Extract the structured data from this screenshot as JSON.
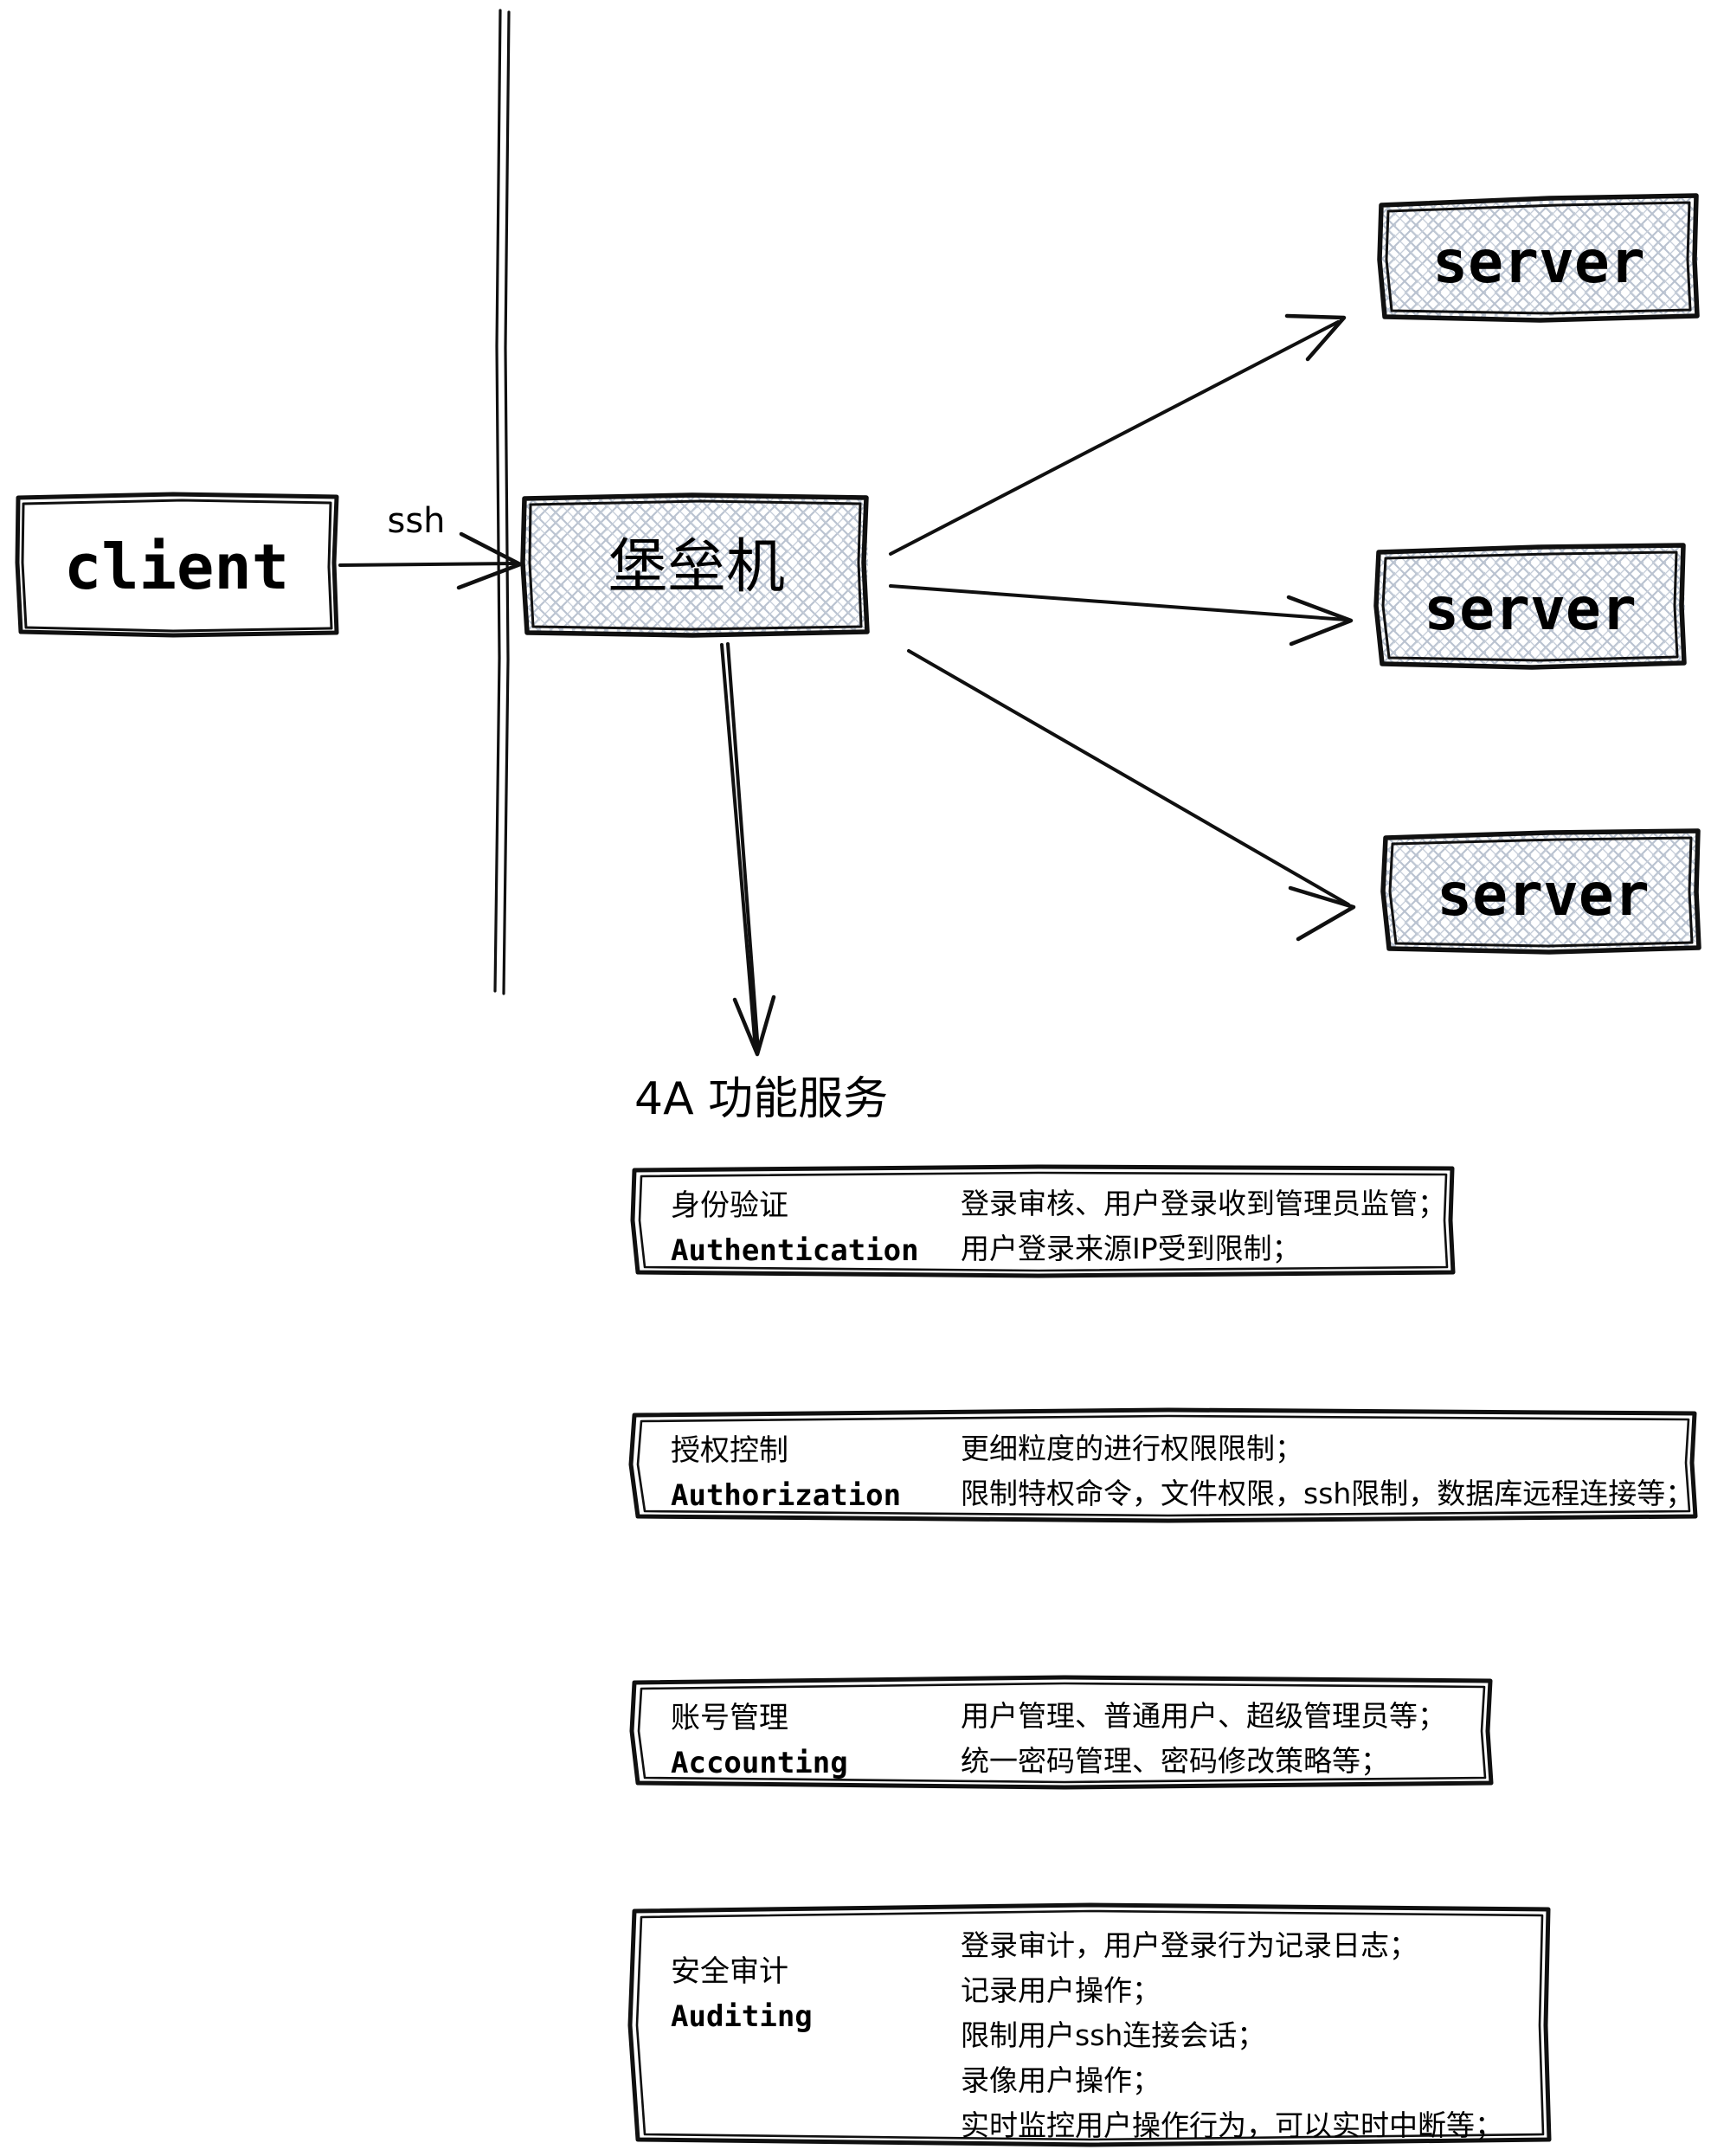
{
  "diagram": {
    "title_text": "4A 功能服务",
    "client_box": {
      "label": "client"
    },
    "bastion_box": {
      "label": "堡垒机"
    },
    "ssh_edge": {
      "label": "ssh"
    },
    "firewall": {
      "name": "firewall-boundary"
    },
    "servers": [
      {
        "label": "server"
      },
      {
        "label": "server"
      },
      {
        "label": "server"
      }
    ],
    "features": [
      {
        "cn": "身份验证",
        "en": "Authentication",
        "lines": [
          "登录审核、用户登录收到管理员监管；",
          "用户登录来源IP受到限制；"
        ]
      },
      {
        "cn": "授权控制",
        "en": "Authorization",
        "lines": [
          "更细粒度的进行权限限制；",
          "限制特权命令，文件权限，ssh限制，数据库远程连接等；"
        ]
      },
      {
        "cn": "账号管理",
        "en": "Accounting",
        "lines": [
          "用户管理、普通用户、超级管理员等；",
          "统一密码管理、密码修改策略等；"
        ]
      },
      {
        "cn": "安全审计",
        "en": "Auditing",
        "lines": [
          "登录审计，用户登录行为记录日志；",
          "记录用户操作；",
          "限制用户ssh连接会话；",
          "录像用户操作；",
          "实时监控用户操作行为，可以实时中断等；"
        ]
      }
    ],
    "colors": {
      "stroke": "#101010",
      "hatch": "#b9c2d0",
      "background": "#ffffff"
    }
  }
}
